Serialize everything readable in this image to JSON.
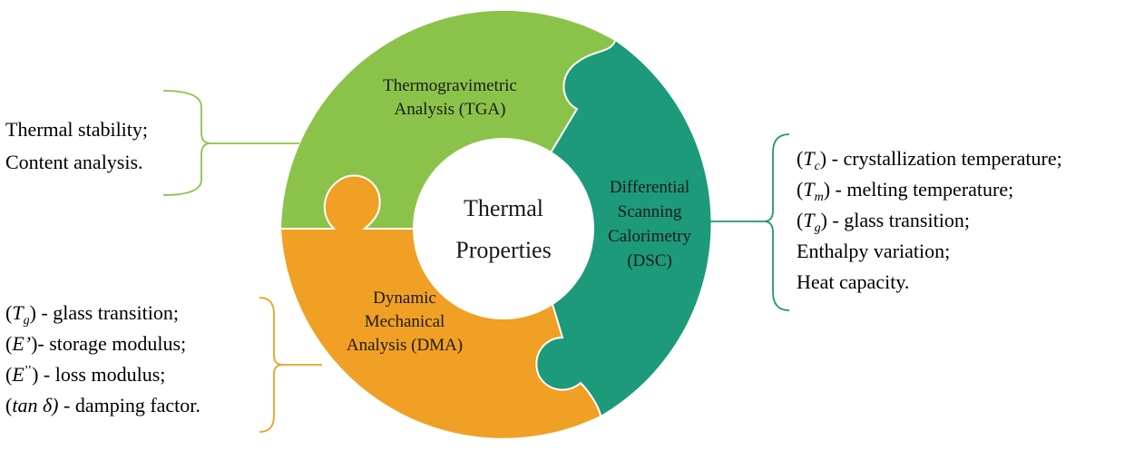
{
  "center": {
    "line1": "Thermal",
    "line2": "Properties"
  },
  "colors": {
    "tga": "#8bc34a",
    "dsc": "#1c9a7a",
    "dma": "#f0a024",
    "tga_bracket": "#8bc34a",
    "dsc_bracket": "#1c9a7a",
    "dma_bracket": "#f0a024"
  },
  "segments": {
    "tga": {
      "lines": [
        "Thermogravimetric",
        "Analysis (TGA)"
      ]
    },
    "dsc": {
      "lines": [
        "Differential",
        "Scanning",
        "Calorimetry",
        "(DSC)"
      ]
    },
    "dma": {
      "lines": [
        "Dynamic",
        "Mechanical",
        "Analysis (DMA)"
      ]
    }
  },
  "tga_list": [
    "Thermal stability;",
    "Content analysis."
  ],
  "dsc_list": [
    {
      "open": "(",
      "sym": "T",
      "sub": "c",
      "close": ") - crystallization temperature;"
    },
    {
      "open": "(",
      "sym": "T",
      "sub": "m",
      "close": ") - melting temperature;"
    },
    {
      "open": "(",
      "sym": "T",
      "sub": "g",
      "close": ") - glass transition;"
    },
    {
      "text": "Enthalpy variation;"
    },
    {
      "text": "Heat capacity."
    }
  ],
  "dma_list": [
    {
      "open": "(",
      "sym": "T",
      "sub": "g",
      "close": ") - glass transition;"
    },
    {
      "open": "(",
      "sym": "E’",
      "close": ")- storage modulus;"
    },
    {
      "open": "(",
      "sym": "E",
      "sup": "’’",
      "close": ") - loss modulus;"
    },
    {
      "open": "(",
      "sym": "tan δ)",
      "close": " - damping factor."
    }
  ]
}
